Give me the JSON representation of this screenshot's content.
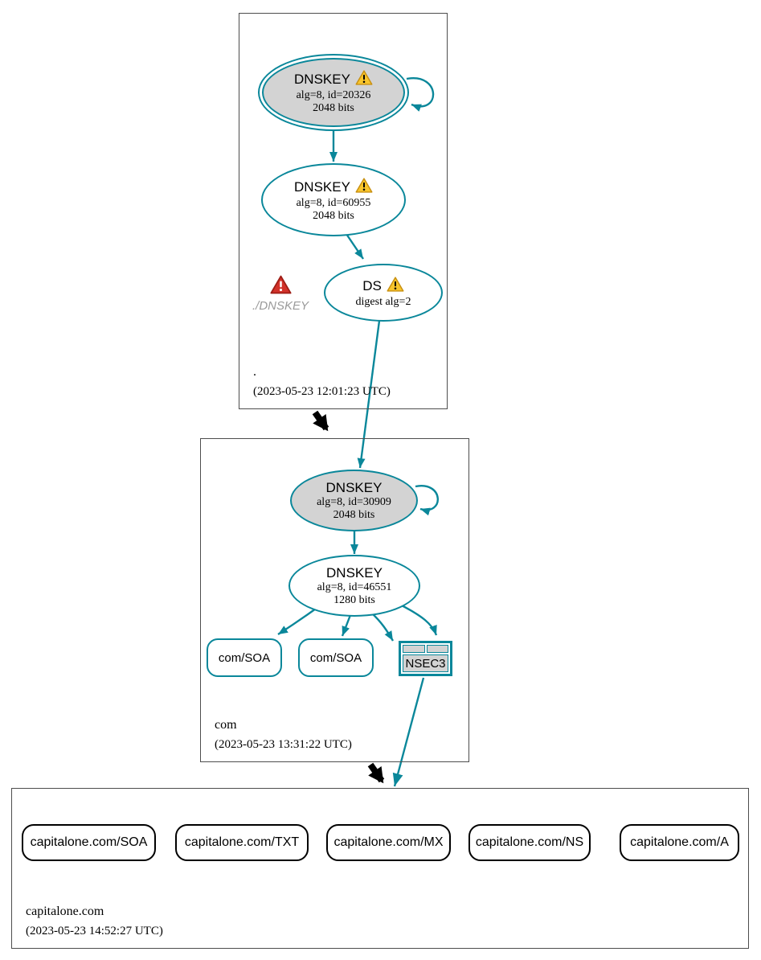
{
  "colors": {
    "accent_teal": "#0a879a",
    "node_gray": "#d3d3d3",
    "warning_fill": "#f8c52c",
    "warning_border": "#c89011",
    "error_fill": "#d2322a",
    "error_border": "#9e1d15",
    "box_border": "#4d4d4d",
    "muted_text": "#9a9a9a"
  },
  "root_zone": {
    "label": ".",
    "timestamp": "(2023-05-23 12:01:23 UTC)",
    "ksk": {
      "title": "DNSKEY",
      "detail1": "alg=8, id=20326",
      "detail2": "2048 bits"
    },
    "zsk": {
      "title": "DNSKEY",
      "detail1": "alg=8, id=60955",
      "detail2": "2048 bits"
    },
    "ds": {
      "title": "DS",
      "detail1": "digest alg=2"
    },
    "error_label": "./DNSKEY"
  },
  "com_zone": {
    "label": "com",
    "timestamp": "(2023-05-23 13:31:22 UTC)",
    "ksk": {
      "title": "DNSKEY",
      "detail1": "alg=8, id=30909",
      "detail2": "2048 bits"
    },
    "zsk": {
      "title": "DNSKEY",
      "detail1": "alg=8, id=46551",
      "detail2": "1280 bits"
    },
    "soa1": "com/SOA",
    "soa2": "com/SOA",
    "nsec3": "NSEC3"
  },
  "capitalone_zone": {
    "label": "capitalone.com",
    "timestamp": "(2023-05-23 14:52:27 UTC)",
    "rrsets": [
      "capitalone.com/SOA",
      "capitalone.com/TXT",
      "capitalone.com/MX",
      "capitalone.com/NS",
      "capitalone.com/A"
    ]
  }
}
